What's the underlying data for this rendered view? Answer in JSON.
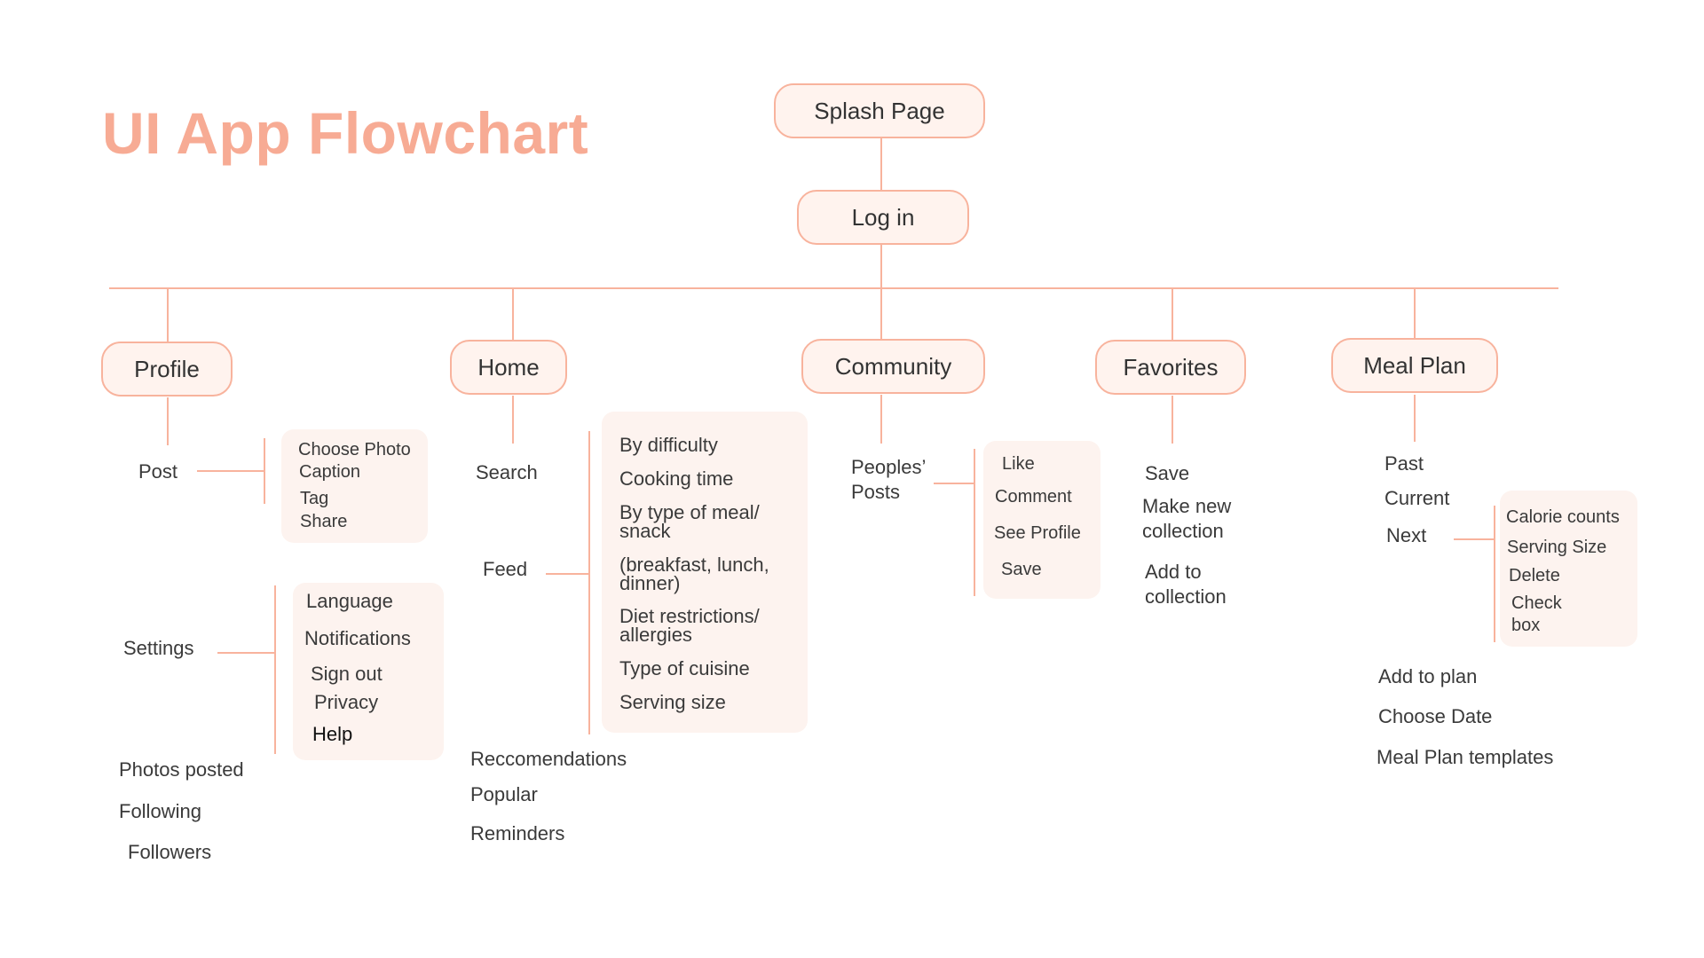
{
  "title": "UI App Flowchart",
  "nodes": {
    "splash": "Splash Page",
    "login": "Log in",
    "profile": "Profile",
    "home": "Home",
    "community": "Community",
    "favorites": "Favorites",
    "meal_plan": "Meal Plan"
  },
  "profile": {
    "post": "Post",
    "post_options": [
      "Choose Photo",
      "Caption",
      "Tag",
      "Share"
    ],
    "settings": "Settings",
    "settings_options": [
      "Language",
      "Notifications",
      "Sign out",
      "Privacy",
      "Help"
    ],
    "photos_posted": "Photos posted",
    "following": "Following",
    "followers": "Followers"
  },
  "home": {
    "search": "Search",
    "feed": "Feed",
    "feed_options": [
      "By difficulty",
      "Cooking time",
      "By type of meal/ snack",
      "(breakfast, lunch, dinner)",
      "Diet restrictions/ allergies",
      "Type of cuisine",
      "Serving size"
    ],
    "reccomendations": "Reccomendations",
    "popular": "Popular",
    "reminders": "Reminders"
  },
  "community": {
    "peoples_posts": "Peoples’ Posts",
    "post_options": [
      "Like",
      "Comment",
      "See Profile",
      "Save"
    ]
  },
  "favorites": {
    "save": "Save",
    "make_new_collection": "Make new collection",
    "add_to_collection": "Add to collection"
  },
  "meal_plan": {
    "past": "Past",
    "current": "Current",
    "next": "Next",
    "next_options": [
      "Calorie counts",
      "Serving Size",
      "Delete",
      "Check box"
    ],
    "add_to_plan": "Add to plan",
    "choose_date": "Choose Date",
    "templates": "Meal Plan templates"
  },
  "colors": {
    "accent": "#f7ab94",
    "line": "#f8b39d",
    "node_fill": "#fff3ee",
    "panel_fill": "#fdf3ef",
    "text": "#3a3a3a"
  }
}
